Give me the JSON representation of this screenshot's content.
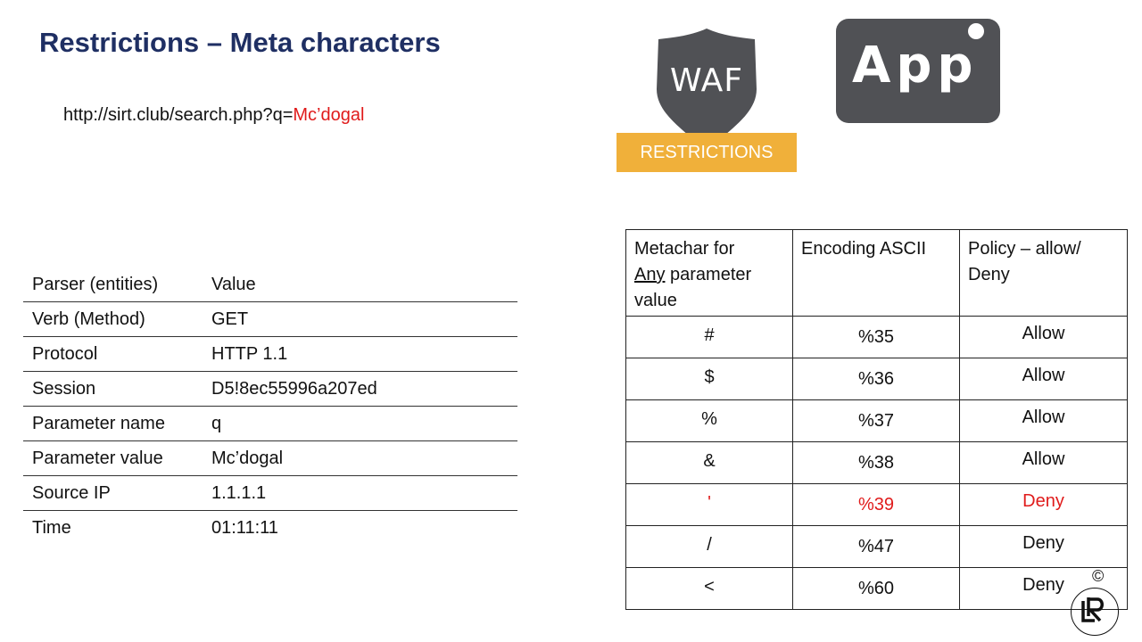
{
  "title": "Restrictions – Meta characters",
  "url": {
    "prefix": "http://sirt.club/search.php?q=",
    "value": "Mc’dogal"
  },
  "waf": {
    "label": "WAF",
    "banner": "RESTRICTIONS",
    "banner_color": "#f0b03a",
    "shield_color": "#505155"
  },
  "app": {
    "label": "App"
  },
  "request_table": {
    "rows": [
      {
        "key": "Parser (entities)",
        "value": "Value"
      },
      {
        "key": "Verb (Method)",
        "value": "GET"
      },
      {
        "key": "Protocol",
        "value": "HTTP 1.1"
      },
      {
        "key": "Session",
        "value": "D5!8ec55996a207ed"
      },
      {
        "key": "Parameter name",
        "value": "q"
      },
      {
        "key": "Parameter value",
        "value": "Mc’dogal"
      },
      {
        "key": "Source IP",
        "value": "1.1.1.1"
      },
      {
        "key": "Time",
        "value": "01:11:11"
      }
    ]
  },
  "policy_table": {
    "headers": {
      "metachar_pre": "Metachar  for",
      "metachar_any": "Any",
      "metachar_post": " parameter value",
      "encoding": "Encoding ASCII",
      "policy": "Policy – allow/ Deny"
    },
    "rows": [
      {
        "char": "#",
        "enc": "%35",
        "policy": "Allow"
      },
      {
        "char": "$",
        "enc": "%36",
        "policy": "Allow"
      },
      {
        "char": "%",
        "enc": "%37",
        "policy": "Allow"
      },
      {
        "char": "&",
        "enc": "%38",
        "policy": "Allow"
      },
      {
        "char": "'",
        "enc": "%39",
        "policy": "Deny"
      },
      {
        "char": "/",
        "enc": "%47",
        "policy": "Deny"
      },
      {
        "char": "<",
        "enc": "%60",
        "policy": "Deny"
      }
    ],
    "highlight_color": "#e01b1b"
  },
  "footer": {
    "copyright": "©",
    "logo_icon": "lr-logo-icon"
  }
}
